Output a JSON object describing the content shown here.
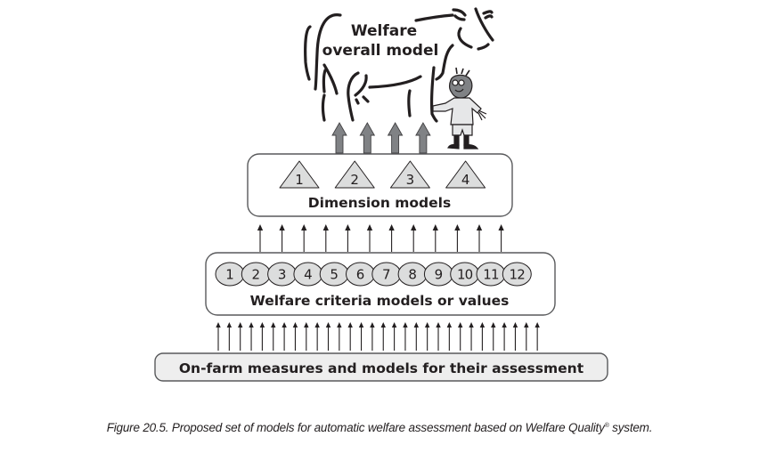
{
  "top": {
    "title_line1": "Welfare",
    "title_line2": "overall model",
    "illustration_cow": "cow-outline",
    "illustration_person": "farmer-cartoon",
    "inputs_count": 4
  },
  "dimension_models": {
    "label": "Dimension models",
    "items": [
      "1",
      "2",
      "3",
      "4"
    ],
    "inputs_count": 12
  },
  "criteria_models": {
    "label": "Welfare criteria models or values",
    "items": [
      "1",
      "2",
      "3",
      "4",
      "5",
      "6",
      "7",
      "8",
      "9",
      "10",
      "11",
      "12"
    ],
    "inputs_count": 30
  },
  "measures": {
    "label": "On-farm measures and models for their assessment"
  },
  "caption": {
    "text": "Figure 20.5. Proposed set of models for automatic welfare assessment based on Welfare Quality",
    "registered": "®",
    "suffix": " system."
  },
  "colors": {
    "stroke": "#231f20",
    "box_stroke": "#58595b",
    "shape_fill": "#dcdddd",
    "measures_fill": "#eeeeee",
    "big_arrow_fill": "#808285"
  }
}
